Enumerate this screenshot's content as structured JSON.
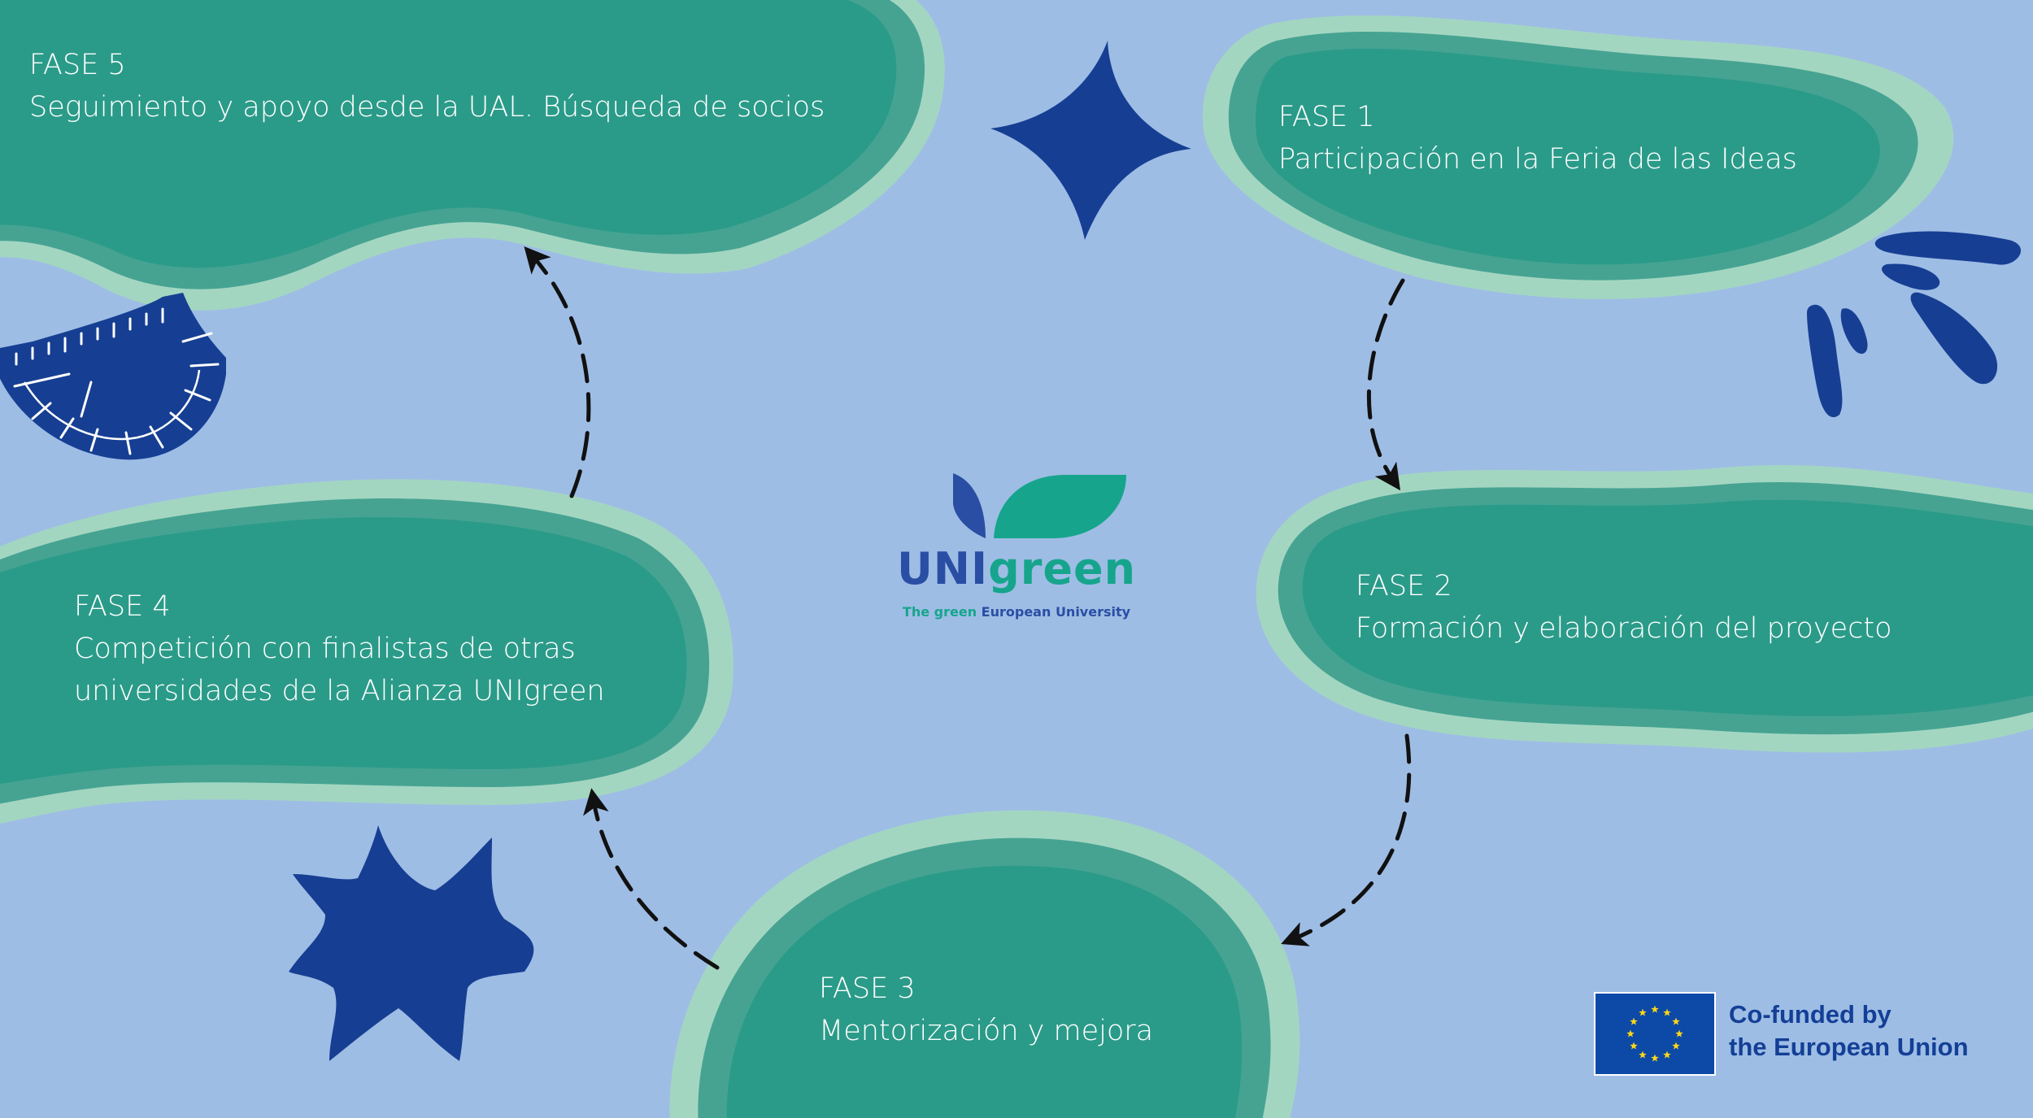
{
  "phases": {
    "fase1": {
      "title": "FASE 1",
      "description": "Participación en la Feria de las Ideas"
    },
    "fase2": {
      "title": "FASE 2",
      "description": "Formación y elaboración del proyecto"
    },
    "fase3": {
      "title": "FASE 3",
      "description": "Mentorización y mejora"
    },
    "fase4": {
      "title": "FASE 4",
      "description": "Competición con finalistas de otras\nuniversidades de la Alianza UNIgreen"
    },
    "fase5": {
      "title": "FASE 5",
      "description": "Seguimiento y apoyo desde la UAL. Búsqueda de socios"
    }
  },
  "logo": {
    "wordmark_part1": "UNI",
    "wordmark_part2": "green",
    "tagline_part1": "The green",
    "tagline_part2": "European University"
  },
  "eu_badge": {
    "line1": "Co-funded by",
    "line2": "the European Union"
  },
  "colors": {
    "background": "#9ebde5",
    "blob_outer": "#a3d6c1",
    "blob_middle": "#46a392",
    "blob_inner": "#2b9b89",
    "decoration_blue": "#163f93",
    "eu_flag_blue": "#0d4aa8",
    "eu_star_yellow": "#ffd617"
  },
  "icons": [
    "four-point-star-icon",
    "six-point-star-icon",
    "protractor-icon",
    "burst-lines-icon",
    "eu-flag-icon",
    "leaf-logo-icon"
  ]
}
